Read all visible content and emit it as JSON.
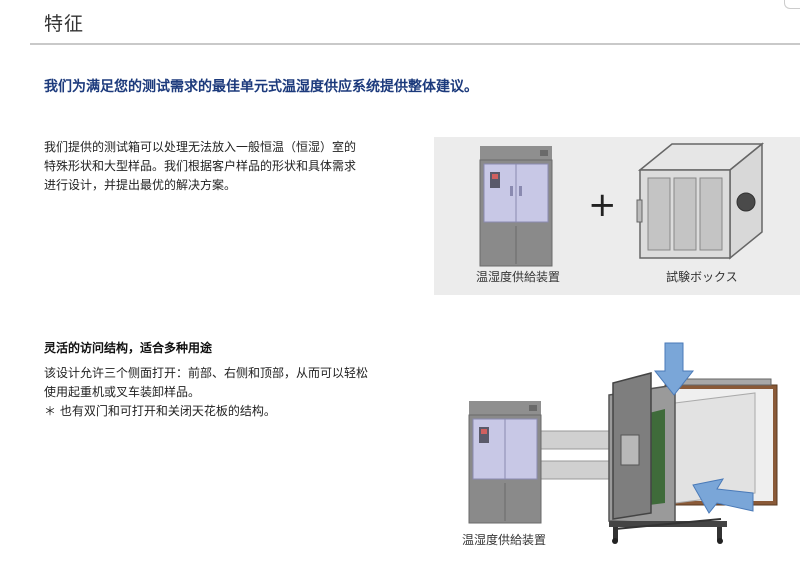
{
  "section": {
    "title": "特征"
  },
  "lead": "我们为满足您的测试需求的最佳单元式温湿度供应系统提供整体建议。",
  "intro": {
    "lines": [
      "我们提供的测试箱可以处理无法放入一般恒温（恒湿）室的",
      "特殊形状和大型样品。我们根据客户样品的形状和具体需求",
      "进行设计，并提出最优的解决方案。"
    ]
  },
  "figure1": {
    "caption_supply": "温湿度供給装置",
    "plus": "+",
    "caption_box": "試験ボックス"
  },
  "access": {
    "heading": "灵活的访问结构，适合多种用途",
    "lines": [
      "该设计允许三个侧面打开：前部、右侧和顶部，从而可以轻松",
      "使用起重机或叉车装卸样品。",
      "＊ 也有双门和可打开和关闭天花板的结构。"
    ]
  },
  "figure2": {
    "caption_supply": "温湿度供給装置"
  },
  "colors": {
    "lead_text": "#1c3a7c",
    "panel_bg": "#ececec",
    "unit_gray": "#8a8a8a",
    "unit_lavender": "#c8c8e6",
    "arrow_blue": "#7aa6d8",
    "chamber_green": "#3f6b3a",
    "chamber_copper": "#b5703e"
  },
  "icons": [
    "plus-icon",
    "arrow-down-icon",
    "arrow-left-icon"
  ]
}
